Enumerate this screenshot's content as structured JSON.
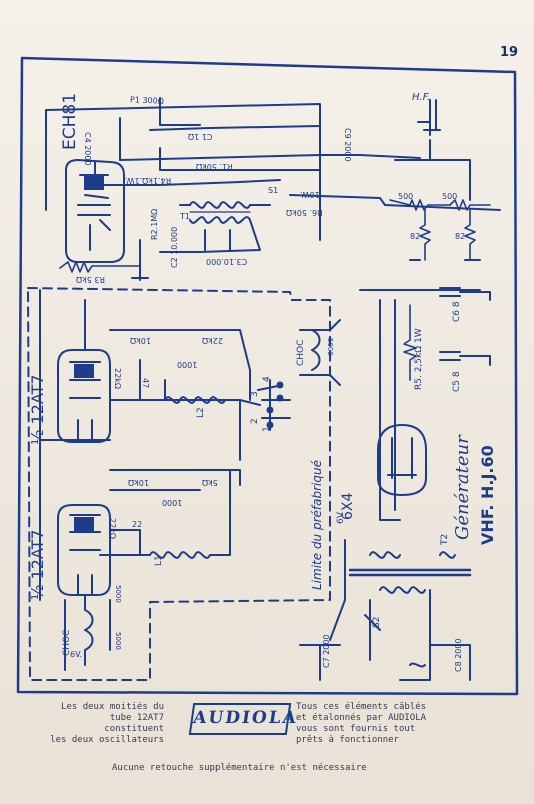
{
  "page_number": "19",
  "tubes": {
    "ech81": "ECH81",
    "v2": "½ 12AT7",
    "v3": "½ 12AT7",
    "v4": "6X4"
  },
  "labels": {
    "hf": "H.F.",
    "c4": "C4 2000",
    "p1": "P1 300Ω",
    "c1": "C1 1Ω",
    "c9": "C9 2000",
    "r1": "R1. 50kΩ",
    "r4": "R4.1kΩ.1W.",
    "s1": "S1",
    "r6": "R6. 50kΩ",
    "w10": "10W.",
    "r500a": "500",
    "r500b": "500",
    "r82a": "82",
    "r82b": "82",
    "t1": "T1",
    "r2": "R2.1MΩ",
    "c2": "C2 10.000",
    "c3": "C3.10.000",
    "r3": "R3 5kΩ",
    "r10k_top": "10kΩ",
    "r22k_top": "22kΩ",
    "r22k_mid": "22kΩ",
    "c1000_top": "1000",
    "c47": "47",
    "l2": "L2",
    "sw_nums": [
      "4",
      "3",
      "2",
      "1"
    ],
    "choc_right": "CHOC",
    "c5000_right": "5000",
    "r10k_bot": "10kΩ",
    "r5k": "5kΩ",
    "c1000_bot": "1000",
    "r22k_bot": "22kΩ",
    "c22": "22",
    "l1": "L1",
    "c5000_a": "5000",
    "choc_bot": "CHOC",
    "c5000_b": "5000",
    "v6": "6V.",
    "limite": "Limite du préfabriqué",
    "r5": "R5. 2,5kΩ 1W",
    "c6": "C6 8",
    "c5": "C5 8",
    "generateur": "Générateur",
    "model": "VHF. H.J.60",
    "v6b": "6V",
    "t2": "T2",
    "s2": "S2",
    "c7": "C7 2000",
    "c8": "C8 2000"
  },
  "caption_left": [
    "Les deux moitiés du",
    "tube 12AT7 constituent",
    "les deux oscillateurs"
  ],
  "brand": "AUDIOLA",
  "caption_right": [
    "Tous ces éléments câblés",
    "et étalonnés par AUDIOLA",
    "vous sont fournis tout",
    "prêts à fonctionner"
  ],
  "footer": "Aucune retouche supplémentaire n'est nécessaire",
  "colors": {
    "ink": "#1e3c8c",
    "paper": "#f1ece4"
  }
}
